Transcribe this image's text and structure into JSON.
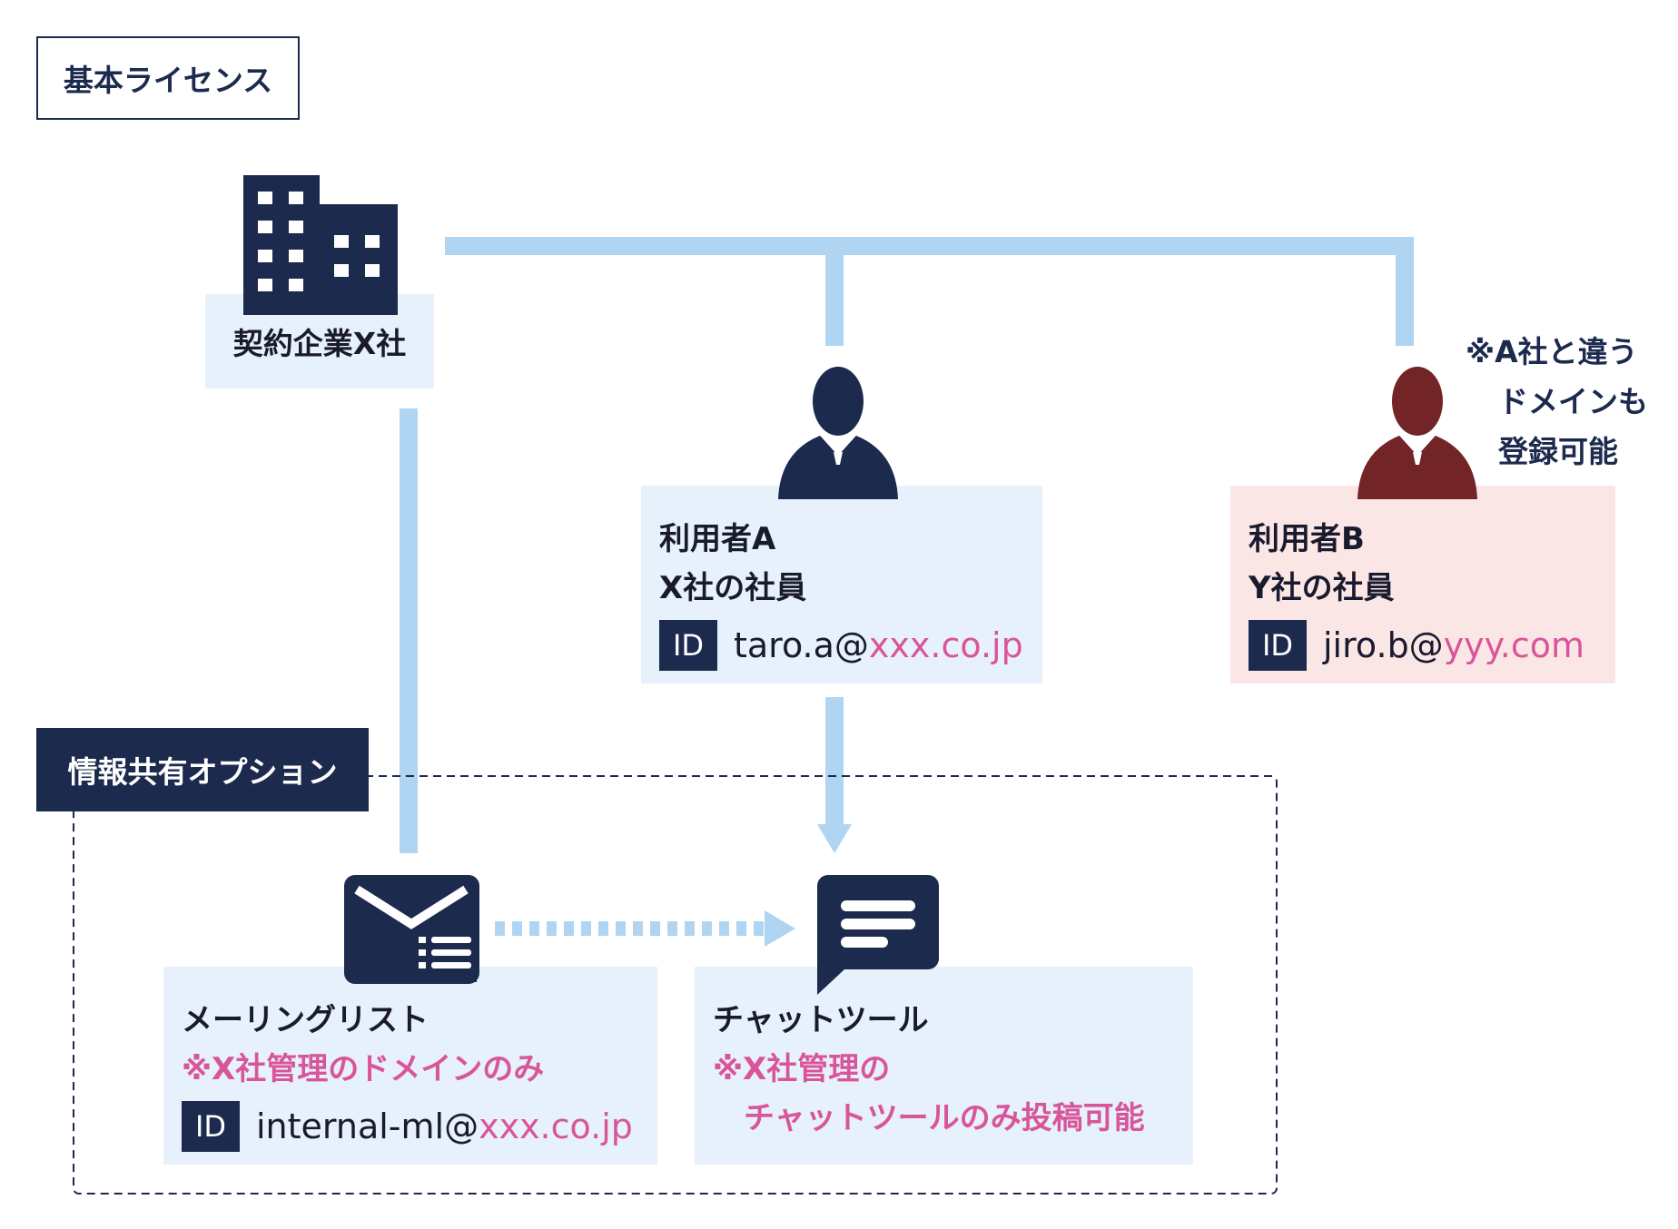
{
  "labels": {
    "basic_license": "基本ライセンス",
    "info_sharing_option": "情報共有オプション"
  },
  "company": {
    "name": "契約企業X社",
    "icon": "building-icon"
  },
  "user_a": {
    "title": "利用者A",
    "affiliation": "X社の社員",
    "id_badge": "ID",
    "email_local": "taro.a@",
    "email_domain": "xxx.co.jp",
    "icon": "person-icon"
  },
  "user_b": {
    "title": "利用者B",
    "affiliation": "Y社の社員",
    "id_badge": "ID",
    "email_local": "jiro.b@",
    "email_domain": "yyy.com",
    "icon": "person-icon",
    "note_line1": "※A社と違う",
    "note_line2": "ドメインも",
    "note_line3": "登録可能"
  },
  "mailing_list": {
    "title": "メーリングリスト",
    "note": "※X社管理のドメインのみ",
    "id_badge": "ID",
    "email_local": "internal-ml@",
    "email_domain": "xxx.co.jp",
    "icon": "mail-list-icon"
  },
  "chat_tool": {
    "title": "チャットツール",
    "note_line1": "※X社管理の",
    "note_line2": "　チャットツールのみ投稿可能",
    "icon": "chat-icon"
  },
  "colors": {
    "navy": "#1c2a4e",
    "connector": "#afd5f3",
    "card_blue": "#e6f1fb",
    "card_pink": "#fbe6e6",
    "accent_pink": "#d9559a",
    "person_b": "#722427"
  }
}
